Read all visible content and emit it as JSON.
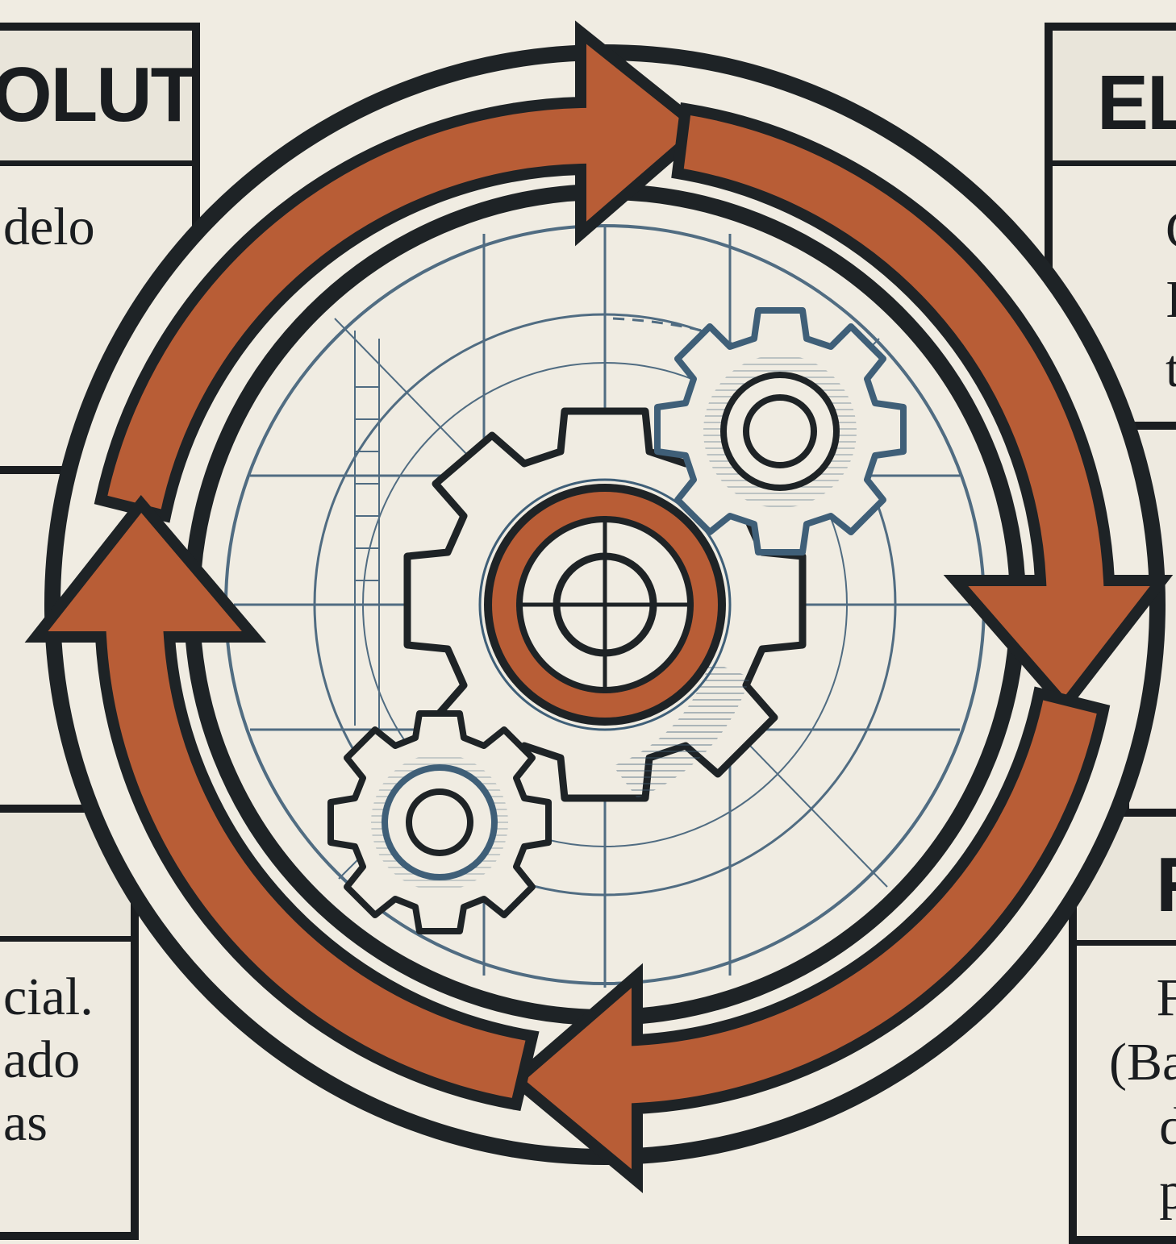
{
  "panels": {
    "top_left": {
      "title": "OLUTO",
      "body": "delo"
    },
    "top_right": {
      "title": "ELI",
      "body": "C\nI\nt"
    },
    "bottom_left": {
      "title": "",
      "body": "cial.\nado\nas"
    },
    "bottom_right": {
      "title": "R",
      "body": "F\n(Ba\nd\np"
    }
  },
  "colors": {
    "arrow": "#b85d36",
    "outline": "#1e2326",
    "blueprint": "#3f5f78",
    "paper": "#f0ece2"
  },
  "icons": [
    "cycle-arrows-icon",
    "gears-icon",
    "target-icon"
  ]
}
